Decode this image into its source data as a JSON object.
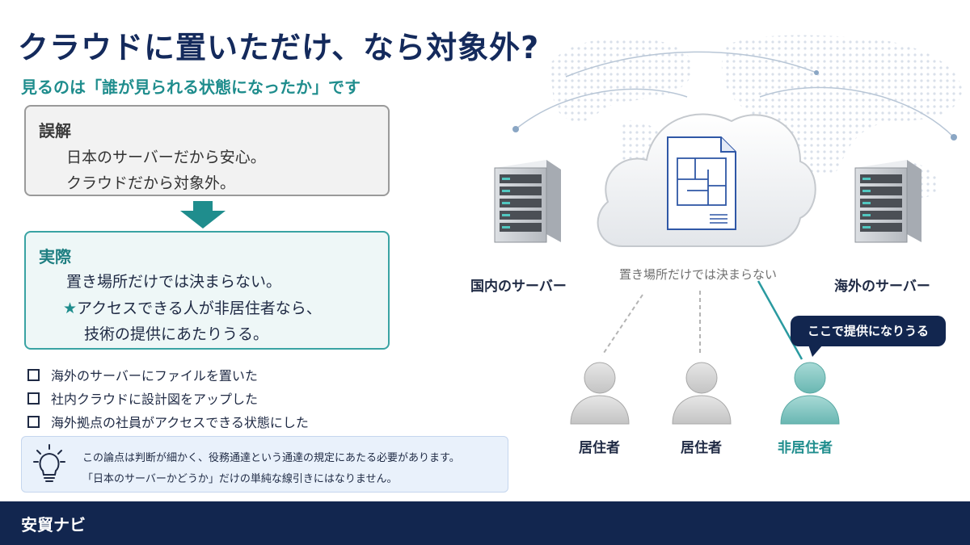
{
  "header": {
    "title": "クラウドに置いただけ、なら対象外?",
    "subtitle": "見るのは「誰が見られる状態になったか」です"
  },
  "misconception": {
    "heading": "誤解",
    "lines": [
      "日本のサーバーだから安心。",
      "クラウドだから対象外。"
    ]
  },
  "reality": {
    "heading": "実際",
    "line1": "置き場所だけでは決まらない。",
    "star": "★",
    "line2": "アクセスできる人が非居住者なら、",
    "line3": "技術の提供にあたりうる。"
  },
  "checklist": [
    "海外のサーバーにファイルを置いた",
    "社内クラウドに設計図をアップした",
    "海外拠点の社員がアクセスできる状態にした"
  ],
  "note": {
    "line1": "この論点は判断が細かく、役務通達という通達の規定にあたる必要があります。",
    "line2": "「日本のサーバーかどうか」だけの単純な線引きにはなりません。"
  },
  "diagram": {
    "server_domestic": "国内のサーバー",
    "server_overseas": "海外のサーバー",
    "cloud_caption": "置き場所だけでは決まらない",
    "bubble": "ここで提供になりうる",
    "people": [
      {
        "label": "居住者",
        "highlight": false
      },
      {
        "label": "居住者",
        "highlight": false
      },
      {
        "label": "非居住者",
        "highlight": true
      }
    ]
  },
  "footer": {
    "brand": "安貿ナビ"
  },
  "colors": {
    "navy": "#12264f",
    "teal": "#1f8d8d",
    "teal_light": "#8cc9c6"
  }
}
